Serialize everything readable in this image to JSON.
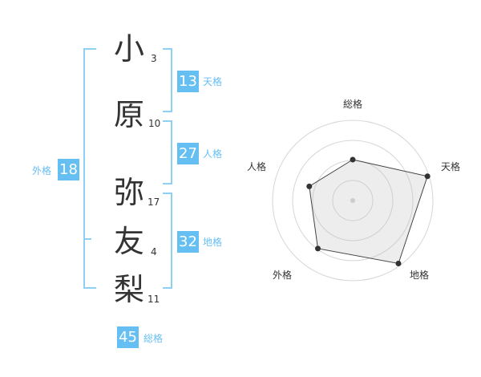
{
  "name_chars": [
    {
      "char": "小",
      "strokes": "3"
    },
    {
      "char": "原",
      "strokes": "10"
    },
    {
      "char": "弥",
      "strokes": "17"
    },
    {
      "char": "友",
      "strokes": "4"
    },
    {
      "char": "梨",
      "strokes": "11"
    }
  ],
  "badges": {
    "tenkaku": {
      "value": "13",
      "label": "天格"
    },
    "jinkaku": {
      "value": "27",
      "label": "人格"
    },
    "chikaku": {
      "value": "32",
      "label": "地格"
    },
    "gaikaku": {
      "value": "18",
      "label": "外格"
    },
    "soukaku": {
      "value": "45",
      "label": "総格"
    }
  },
  "colors": {
    "accent": "#66bff2",
    "bracket": "#8fd0f5",
    "text": "#333333"
  },
  "chart_data": {
    "type": "radar",
    "axes": [
      "総格",
      "天格",
      "地格",
      "外格",
      "人格"
    ],
    "values": [
      0.51,
      0.98,
      0.97,
      0.74,
      0.57
    ],
    "rings": 4
  }
}
